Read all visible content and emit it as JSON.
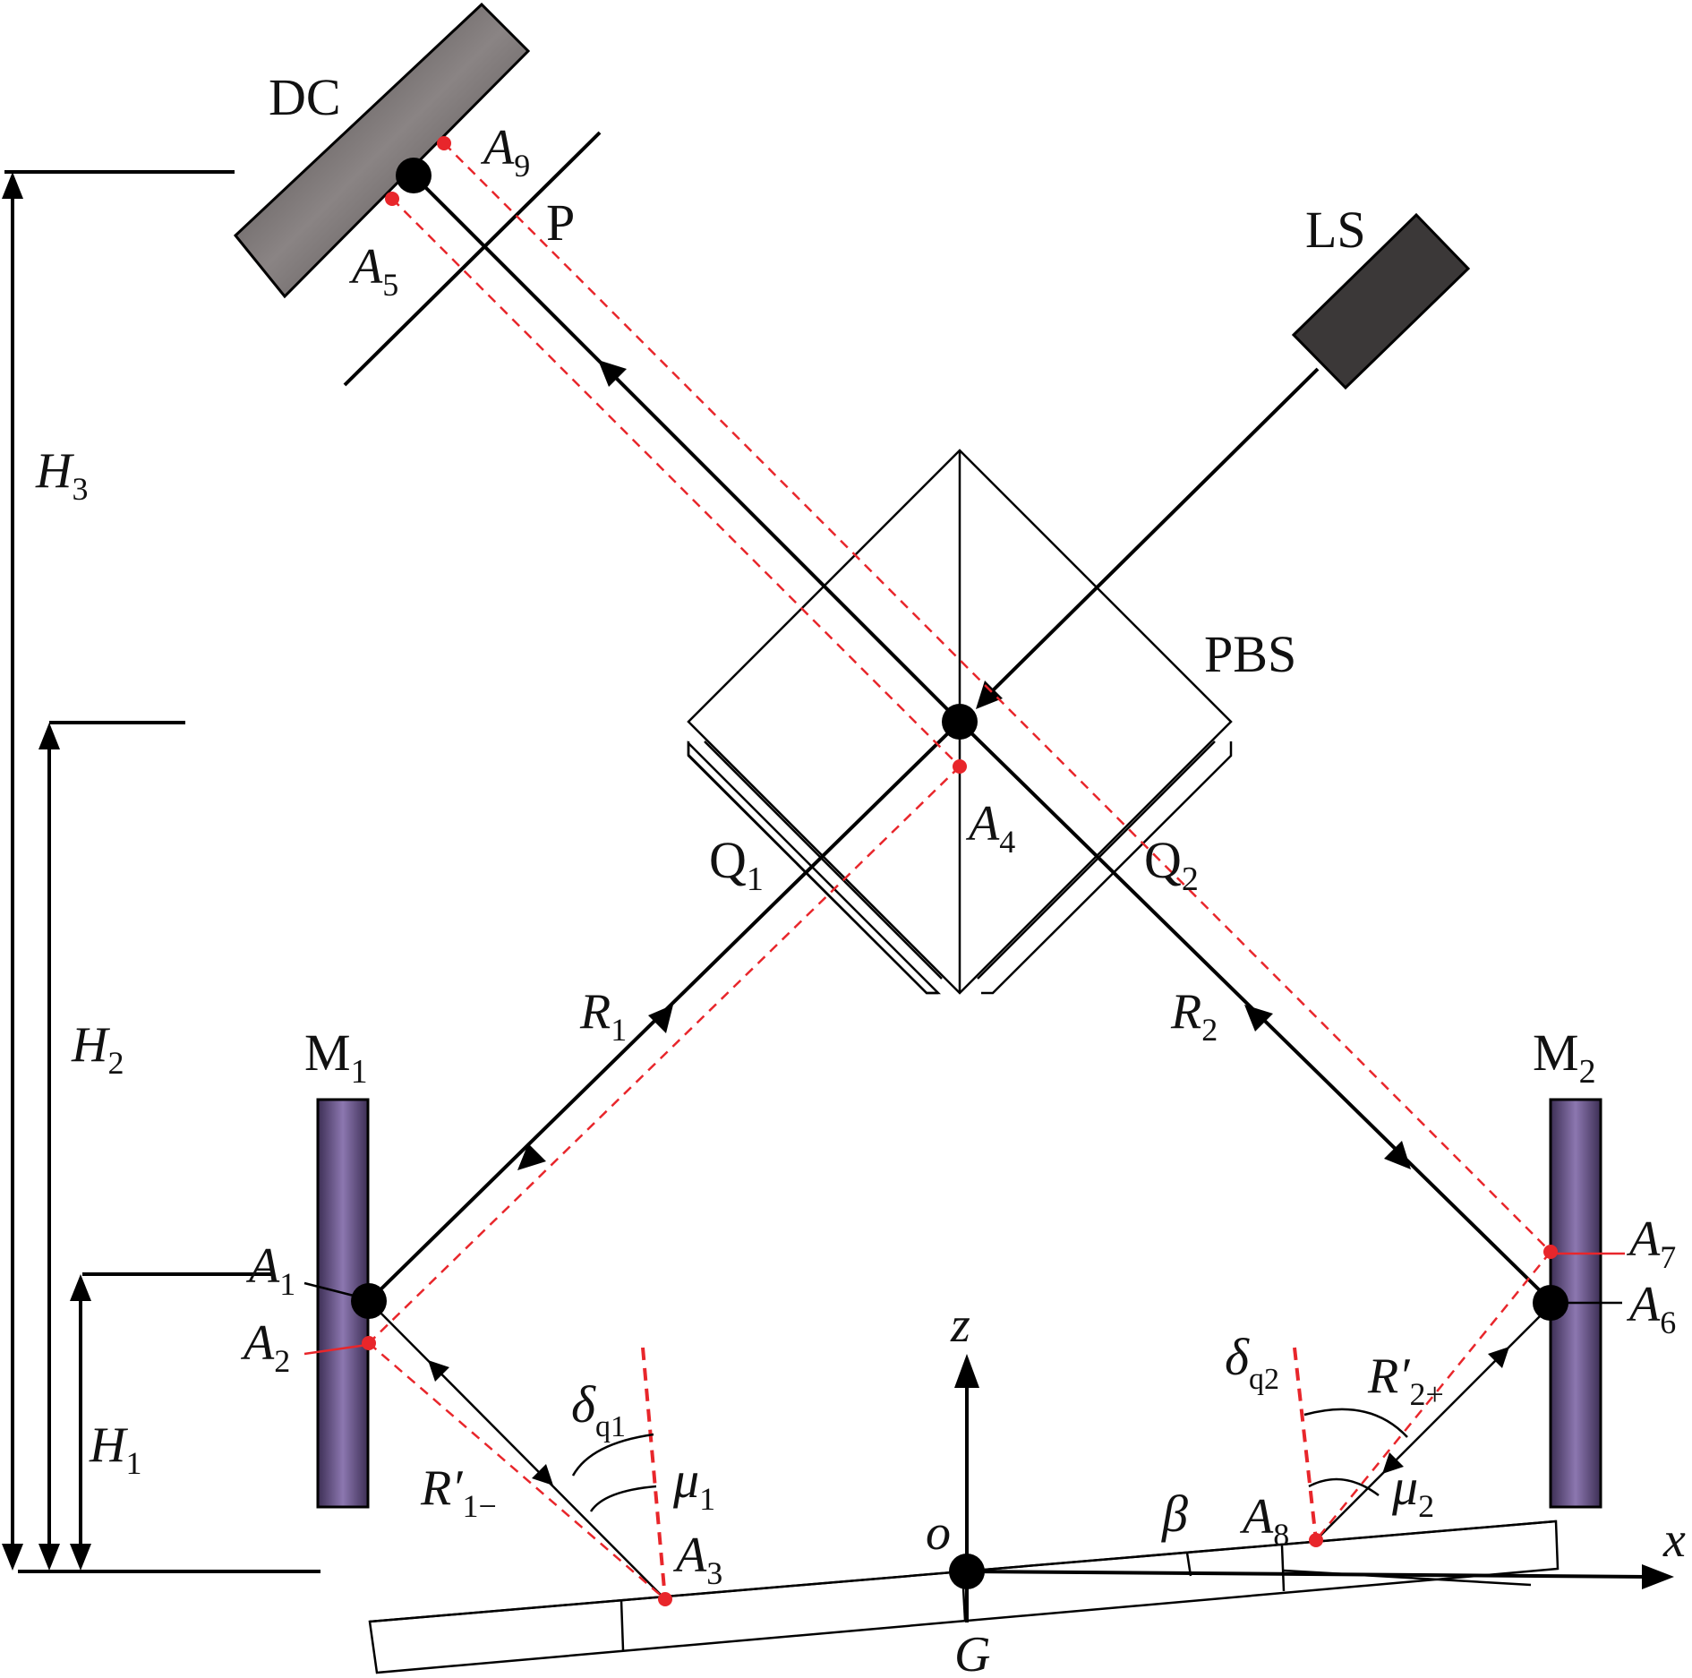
{
  "labels": {
    "dc": "DC",
    "p": "P",
    "ls": "LS",
    "pbs": "PBS",
    "q1": "Q",
    "q1_sub": "1",
    "q2": "Q",
    "q2_sub": "2",
    "m1": "M",
    "m1_sub": "1",
    "m2": "M",
    "m2_sub": "2",
    "a1": "A",
    "a1_sub": "1",
    "a2": "A",
    "a2_sub": "2",
    "a3": "A",
    "a3_sub": "3",
    "a4": "A",
    "a4_sub": "4",
    "a5": "A",
    "a5_sub": "5",
    "a6": "A",
    "a6_sub": "6",
    "a7": "A",
    "a7_sub": "7",
    "a8": "A",
    "a8_sub": "8",
    "a9": "A",
    "a9_sub": "9",
    "r1": "R",
    "r1_sub": "1",
    "r2": "R",
    "r2_sub": "2",
    "r1p": "R′",
    "r1p_sub": "1−",
    "r2p": "R′",
    "r2p_sub": "2+",
    "h1": "H",
    "h1_sub": "1",
    "h2": "H",
    "h2_sub": "2",
    "h3": "H",
    "h3_sub": "3",
    "dq1": "δ",
    "dq1_sub": "q1",
    "dq2": "δ",
    "dq2_sub": "q2",
    "mu1": "μ",
    "mu1_sub": "1",
    "mu2": "μ",
    "mu2_sub": "2",
    "beta": "β",
    "z": "z",
    "x": "x",
    "o": "o",
    "g": "G"
  }
}
